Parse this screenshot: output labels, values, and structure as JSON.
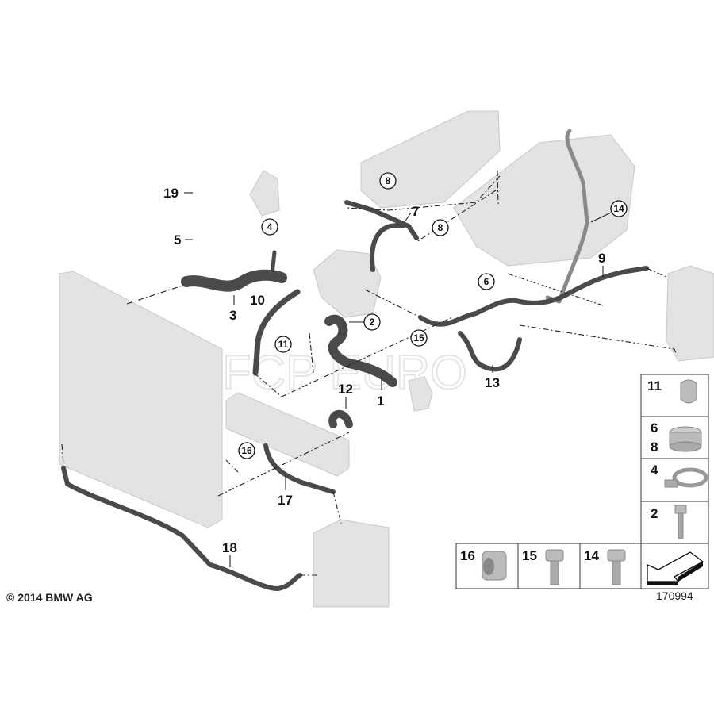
{
  "diagram": {
    "callouts": {
      "p1": "1",
      "p2": "2",
      "p3": "3",
      "p4": "4",
      "p5": "5",
      "p6": "6",
      "p7": "7",
      "p8a": "8",
      "p8b": "8",
      "p9": "9",
      "p10": "10",
      "p11": "11",
      "p12": "12",
      "p13": "13",
      "p14": "14",
      "p15": "15",
      "p16": "16",
      "p17": "17",
      "p18": "18",
      "p19": "19"
    },
    "legend": {
      "r11": "11",
      "r6": "6",
      "r8": "8",
      "r4": "4",
      "r2": "2",
      "b16": "16",
      "b15": "15",
      "b14": "14"
    },
    "diagram_number": "170994",
    "copyright": "© 2014 BMW AG",
    "watermark": "FCP EURO"
  }
}
